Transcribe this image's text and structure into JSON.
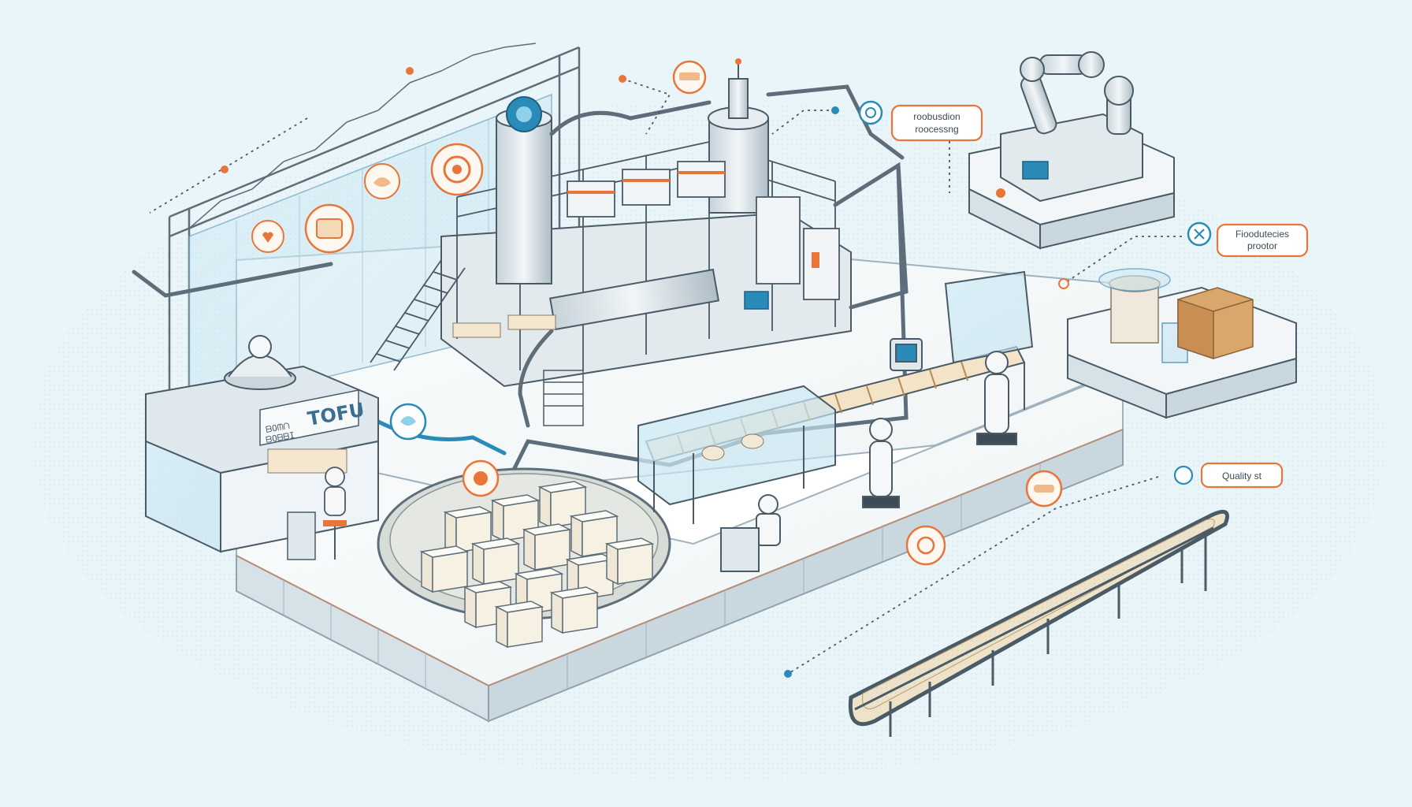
{
  "labels": {
    "production": {
      "line1": "roobusdion",
      "line2": "roocessng"
    },
    "productivity": {
      "line1": "Fioodutecies",
      "line2": "prootor"
    },
    "quality": "Quality st"
  },
  "sign": {
    "main": "TOFU",
    "sub1": "ᗷOᗰᑎ",
    "sub2": "ᗷOᗷᗷI"
  },
  "colors": {
    "accent": "#e8763a",
    "teal": "#2a8ab8",
    "line": "#4a5a66",
    "background": "#eaf5f9"
  },
  "icons": [
    "gear-icon",
    "tofu-icon",
    "target-icon",
    "microscope-icon",
    "hat-icon",
    "heart-icon",
    "search-icon",
    "expand-icon"
  ]
}
